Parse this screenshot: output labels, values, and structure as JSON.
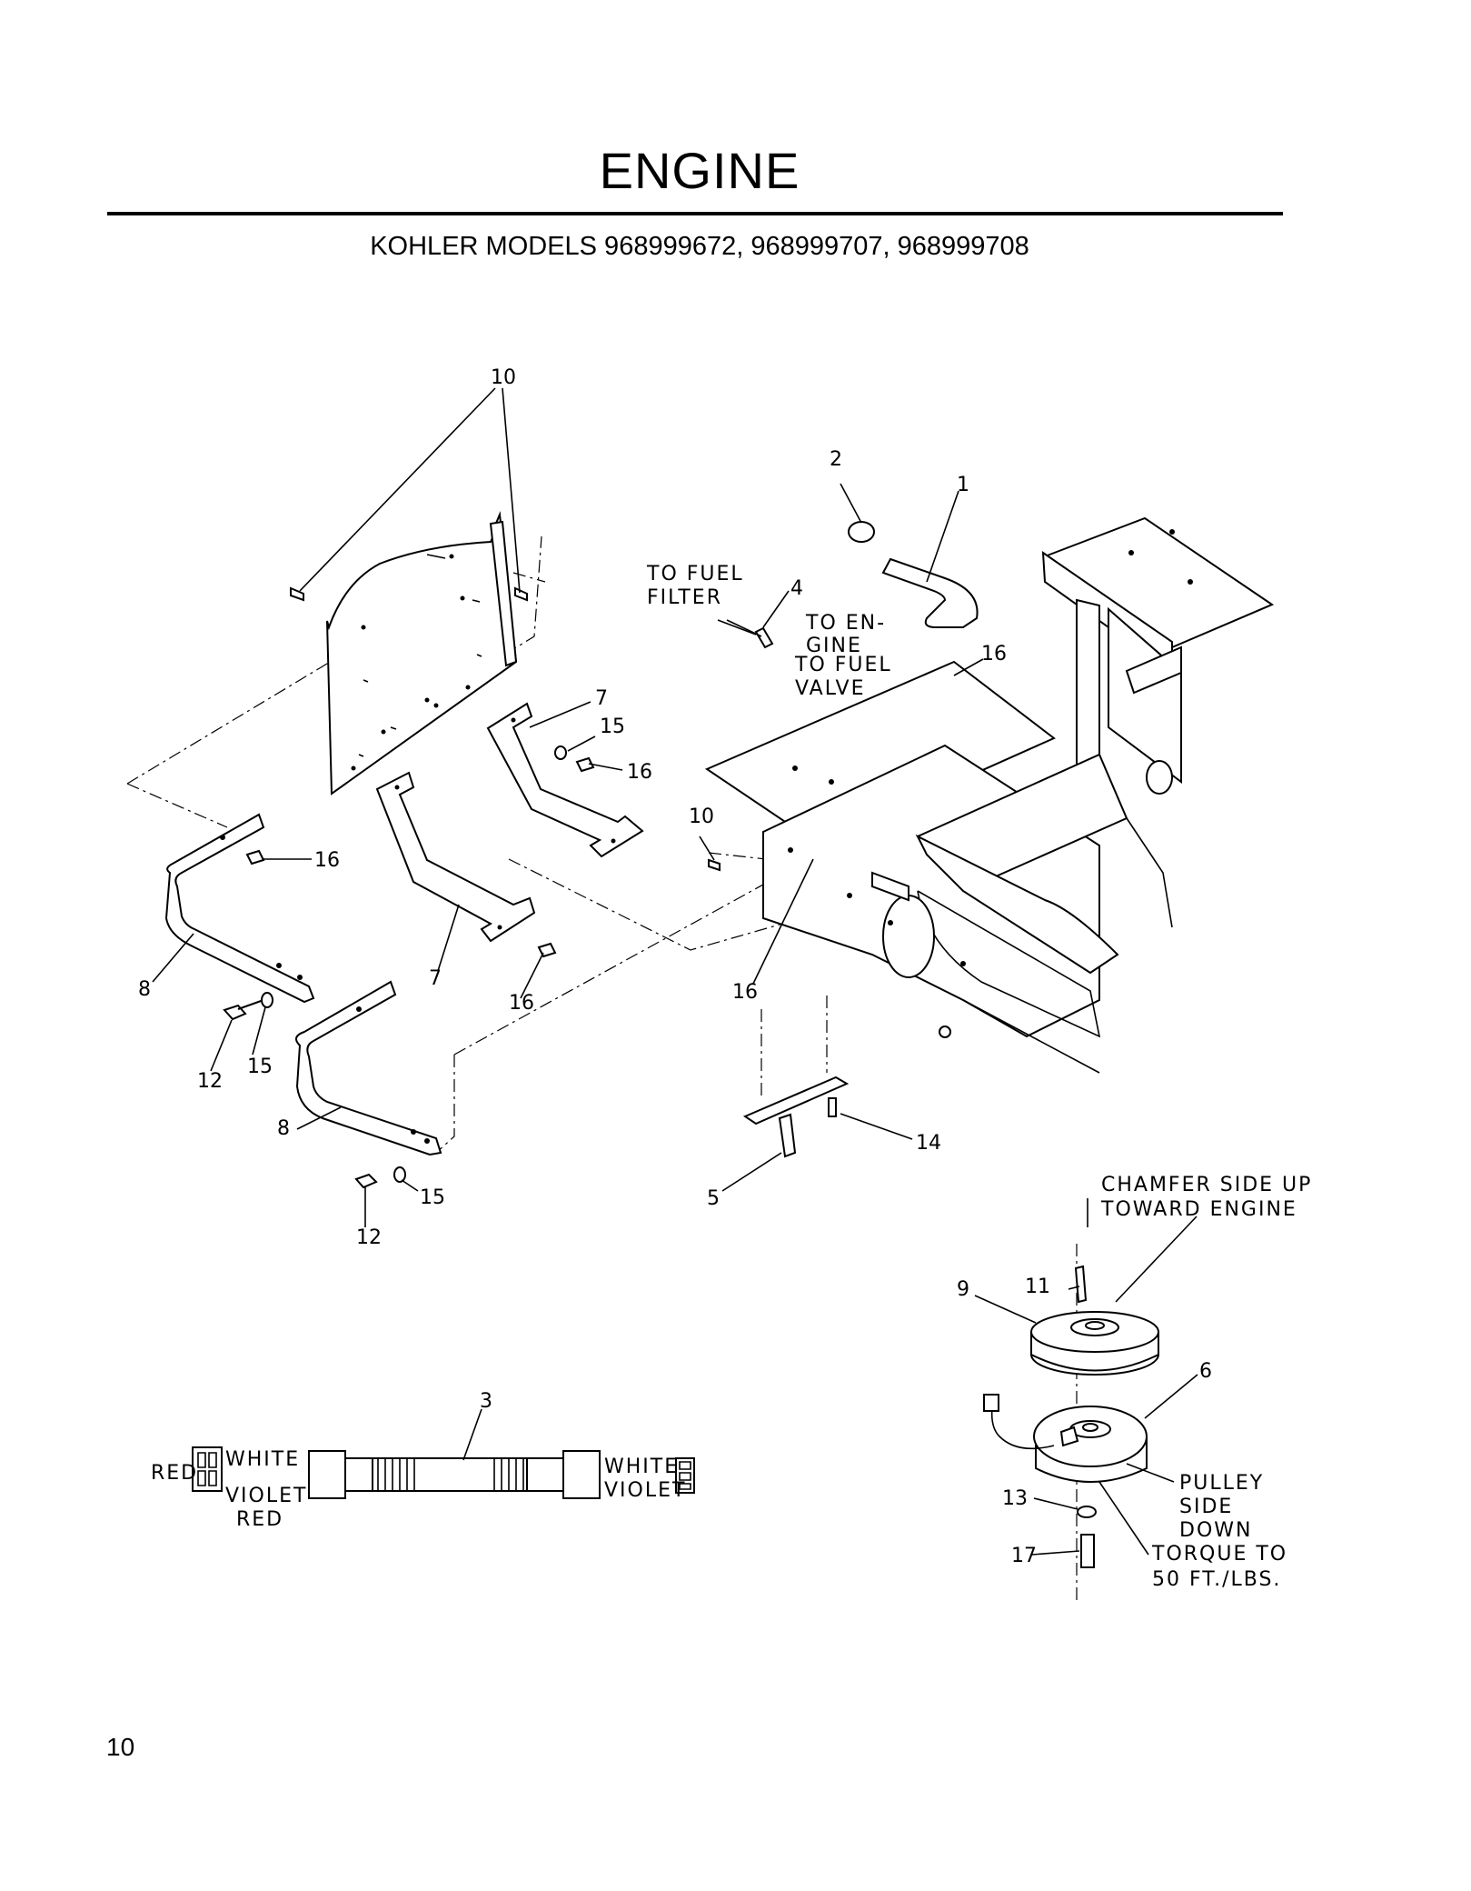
{
  "page": {
    "title": "ENGINE",
    "subtitle": "KOHLER MODELS 968999672, 968999707, 968999708",
    "page_number": "10"
  },
  "diagram": {
    "callouts": [
      "10",
      "2",
      "1",
      "4",
      "16",
      "7",
      "15",
      "16",
      "16",
      "10",
      "7",
      "16",
      "16",
      "8",
      "12",
      "15",
      "8",
      "15",
      "12",
      "5",
      "14",
      "11",
      "9",
      "6",
      "13",
      "17",
      "3"
    ],
    "notes": {
      "to_fuel_filter_1": "TO FUEL",
      "to_fuel_filter_2": "FILTER",
      "to_engine_1": "TO EN-",
      "to_engine_2": "GINE",
      "to_fuel_valve_1": "TO FUEL",
      "to_fuel_valve_2": "VALVE",
      "chamfer_1": "CHAMFER SIDE UP",
      "chamfer_2": "TOWARD ENGINE",
      "pulley_1": "PULLEY",
      "pulley_2": "SIDE",
      "pulley_3": "DOWN",
      "torque_1": "TORQUE TO",
      "torque_2": "50 FT./LBS."
    },
    "harness_labels": {
      "red_left": "RED",
      "white_left": "WHITE",
      "violet_left": "VIOLET",
      "red_below": "RED",
      "white_right": "WHITE",
      "violet_right": "VIOLET"
    }
  }
}
